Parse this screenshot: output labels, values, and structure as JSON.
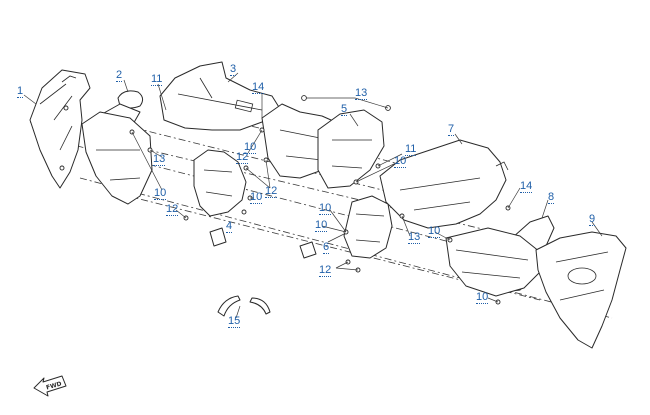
{
  "callouts": [
    {
      "id": "c1",
      "text": "1"
    },
    {
      "id": "c2",
      "text": "2"
    },
    {
      "id": "c11a",
      "text": "11"
    },
    {
      "id": "c3",
      "text": "3"
    },
    {
      "id": "c14a",
      "text": "14"
    },
    {
      "id": "c13a",
      "text": "13"
    },
    {
      "id": "c5",
      "text": "5"
    },
    {
      "id": "c7",
      "text": "7"
    },
    {
      "id": "c13b",
      "text": "13"
    },
    {
      "id": "c10a",
      "text": "10"
    },
    {
      "id": "c12a",
      "text": "12"
    },
    {
      "id": "c11b",
      "text": "11"
    },
    {
      "id": "c10b",
      "text": "10"
    },
    {
      "id": "c10c",
      "text": "10"
    },
    {
      "id": "c12b",
      "text": "12"
    },
    {
      "id": "c4",
      "text": "4"
    },
    {
      "id": "c10d",
      "text": "10"
    },
    {
      "id": "c12c",
      "text": "12"
    },
    {
      "id": "c14b",
      "text": "14"
    },
    {
      "id": "c8",
      "text": "8"
    },
    {
      "id": "c9",
      "text": "9"
    },
    {
      "id": "c10e",
      "text": "10"
    },
    {
      "id": "c6",
      "text": "6"
    },
    {
      "id": "c13c",
      "text": "13"
    },
    {
      "id": "c10f",
      "text": "10"
    },
    {
      "id": "c12d",
      "text": "12"
    },
    {
      "id": "c10g",
      "text": "10"
    },
    {
      "id": "c10h",
      "text": "10"
    },
    {
      "id": "c15",
      "text": "15"
    }
  ],
  "fwd_label": "FWD",
  "colors": {
    "callout": "#1f5fa8",
    "line": "#2a2a2a"
  }
}
